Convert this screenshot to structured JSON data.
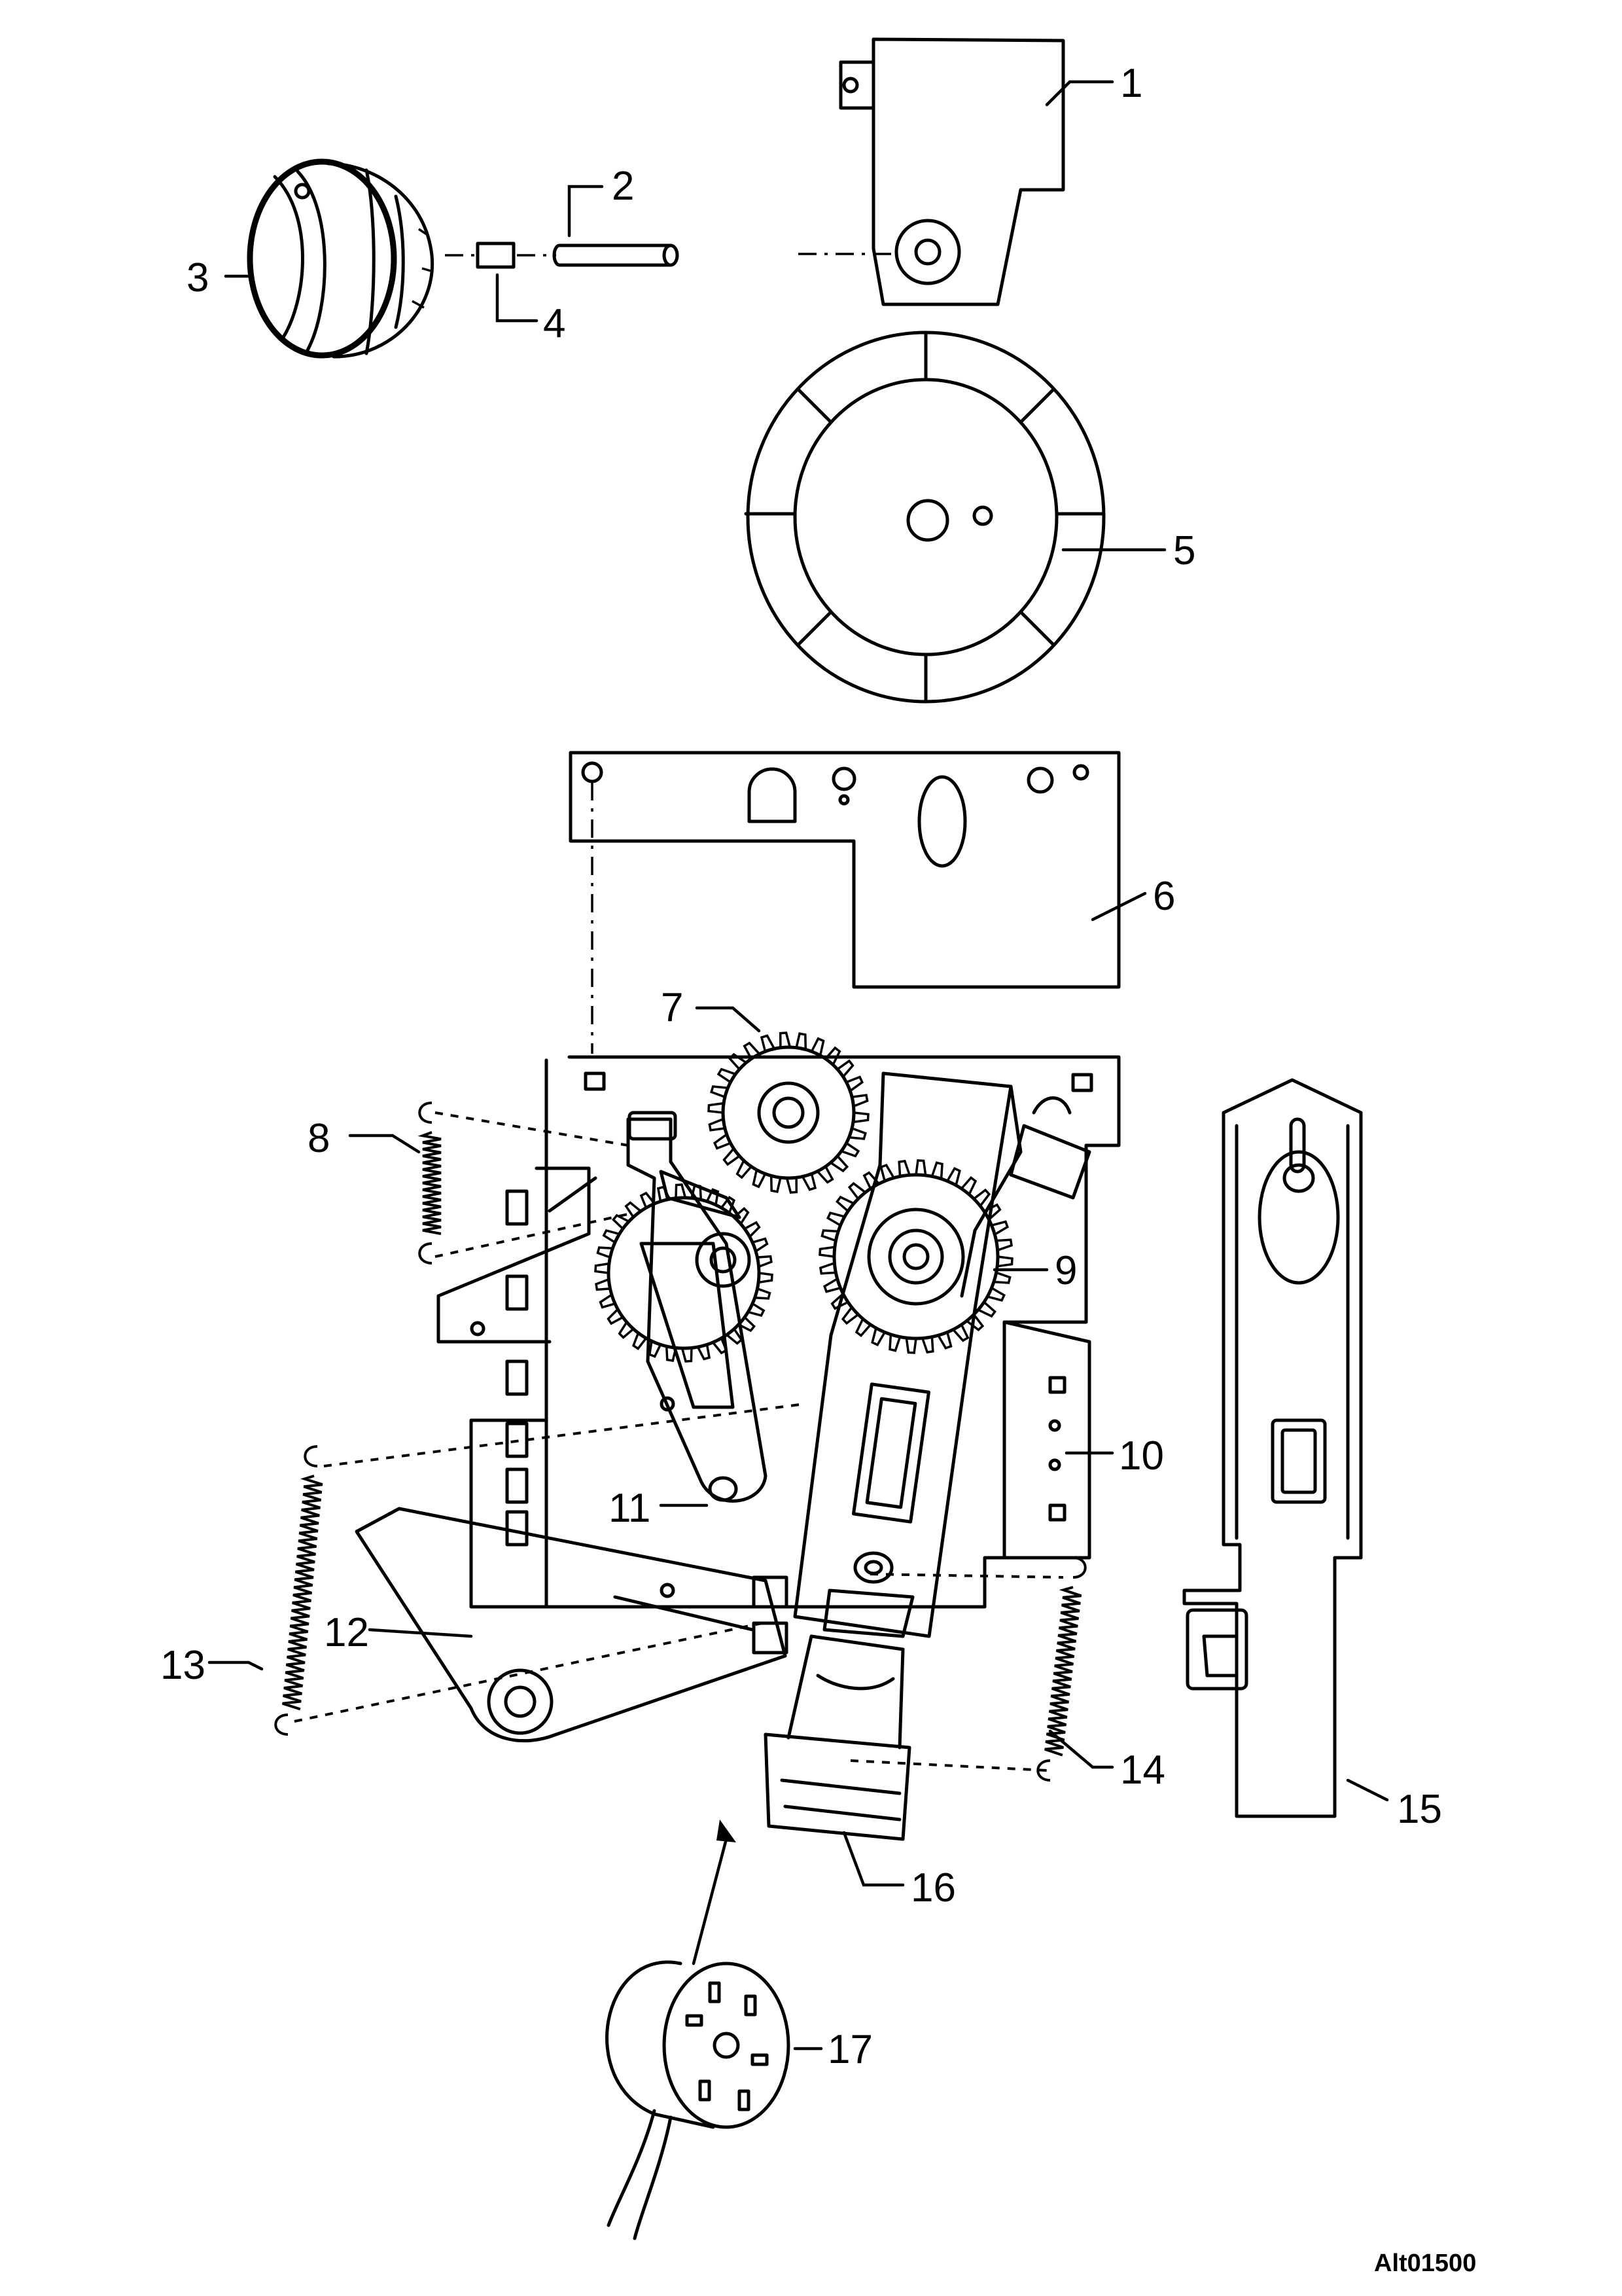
{
  "figure_code": "Alt01500",
  "callouts": [
    "1",
    "2",
    "3",
    "4",
    "5",
    "6",
    "7",
    "8",
    "9",
    "10",
    "11",
    "12",
    "13",
    "14",
    "15",
    "16",
    "17"
  ]
}
